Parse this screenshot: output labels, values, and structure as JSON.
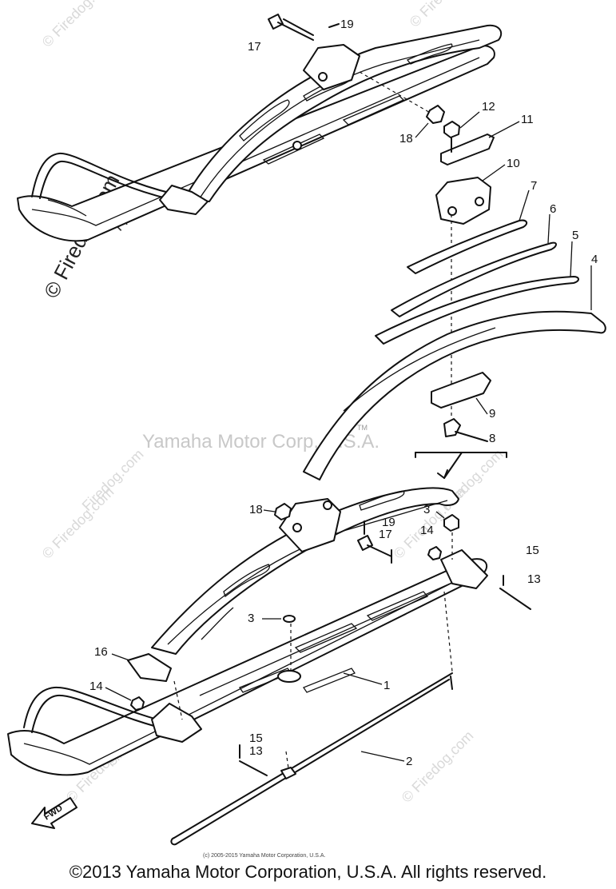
{
  "watermarks": {
    "center": "Yamaha Motor Corp, U.S.A.",
    "tm": "TM",
    "site": "© Firedog.com",
    "site_plain": "Firedog.com"
  },
  "callouts": [
    "1",
    "2",
    "3",
    "4",
    "5",
    "6",
    "7",
    "8",
    "9",
    "10",
    "11",
    "12",
    "13",
    "14",
    "15",
    "16",
    "17",
    "18",
    "19"
  ],
  "fwd_label": "FWD",
  "fine_print": "(c) 2005-2015 Yamaha Motor Corporation, U.S.A.",
  "footer_copyright": "©2013 Yamaha Motor Corporation, U.S.A. All rights reserved."
}
